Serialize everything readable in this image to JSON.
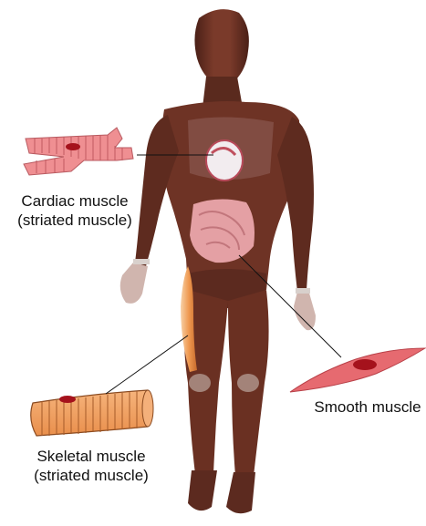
{
  "labels": {
    "cardiac": {
      "line1": "Cardiac muscle",
      "line2": "(striated muscle)"
    },
    "skeletal": {
      "line1": "Skeletal muscle",
      "line2": "(striated muscle)"
    },
    "smooth": {
      "line1": "Smooth muscle"
    }
  },
  "colors": {
    "body": "#6e3325",
    "body_dark": "#4a2017",
    "body_light": "#8a4534",
    "organs_pink": "#e4a0a4",
    "heart_white": "#f2ecef",
    "cardiac_tissue": "#ef8f92",
    "cardiac_stripes": "#c05a60",
    "skeletal_tissue": "#f0a36a",
    "skeletal_stripes": "#a55a28",
    "smooth_tissue": "#e66a70",
    "nucleus": "#a5121c",
    "leader_line": "#111111"
  }
}
